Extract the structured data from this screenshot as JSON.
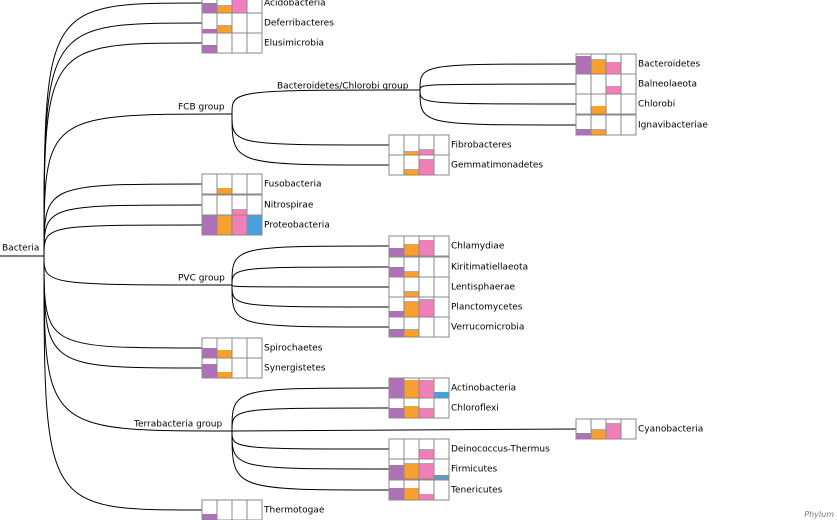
{
  "colors": {
    "c0": "#b070b8",
    "c1": "#f5a030",
    "c2": "#f080b8",
    "c3": "#4aa0dc"
  },
  "rank_label": "Phylum",
  "root": {
    "label": "Bacteria",
    "groups": [
      {
        "label": "Acidobacteria",
        "leaf": true,
        "bars": [
          0.5,
          0.4,
          1.0,
          0
        ]
      },
      {
        "label": "Deferribacteres",
        "leaf": true,
        "bars": [
          0.2,
          0.4,
          0,
          0
        ]
      },
      {
        "label": "Elusimicrobia",
        "leaf": true,
        "bars": [
          0.4,
          0,
          0,
          0
        ]
      },
      {
        "label": "FCB group",
        "leaf": false,
        "children": [
          {
            "label": "Bacteroidetes/Chlorobi group",
            "leaf": false,
            "children": [
              {
                "label": "Bacteroidetes",
                "bars": [
                  0.9,
                  0.75,
                  0.6,
                  0
                ]
              },
              {
                "label": "Balneolaeota",
                "bars": [
                  0,
                  0,
                  0.4,
                  0
                ]
              },
              {
                "label": "Chlorobi",
                "bars": [
                  0,
                  0.4,
                  0,
                  0
                ]
              },
              {
                "label": "Ignavibacteriae",
                "bars": [
                  0.3,
                  0.3,
                  0,
                  0
                ]
              }
            ]
          },
          {
            "label": "Fibrobacteres",
            "bars": [
              0,
              0.2,
              0.3,
              0
            ]
          },
          {
            "label": "Gemmatimonadetes",
            "bars": [
              0,
              0.3,
              0.8,
              0
            ]
          }
        ]
      },
      {
        "label": "Fusobacteria",
        "leaf": true,
        "bars": [
          0,
          0.3,
          0,
          0
        ]
      },
      {
        "label": "Nitrospirae",
        "leaf": true,
        "bars": [
          0,
          0,
          0.3,
          0
        ]
      },
      {
        "label": "Proteobacteria",
        "leaf": true,
        "bars": [
          1.0,
          1.0,
          1.0,
          1.0
        ]
      },
      {
        "label": "PVC group",
        "leaf": false,
        "children": [
          {
            "label": "Chlamydiae",
            "bars": [
              0.4,
              0.6,
              0.8,
              0
            ]
          },
          {
            "label": "Kiritimatiellaeota",
            "bars": [
              0.5,
              0.3,
              0,
              0
            ]
          },
          {
            "label": "Lentisphaerae",
            "bars": [
              0,
              0.3,
              0,
              0
            ]
          },
          {
            "label": "Planctomycetes",
            "bars": [
              0.3,
              0.8,
              0.9,
              0
            ]
          },
          {
            "label": "Verrucomicrobia",
            "bars": [
              0.4,
              0.4,
              0,
              0
            ]
          }
        ]
      },
      {
        "label": "Spirochaetes",
        "leaf": true,
        "bars": [
          0.5,
          0.4,
          0,
          0
        ]
      },
      {
        "label": "Synergistetes",
        "leaf": true,
        "bars": [
          0.7,
          0.3,
          0,
          0
        ]
      },
      {
        "label": "Terrabacteria group",
        "leaf": false,
        "children": [
          {
            "label": "Actinobacteria",
            "bars": [
              1.0,
              0.9,
              0.9,
              0.3
            ]
          },
          {
            "label": "Chloroflexi",
            "bars": [
              0.5,
              0.6,
              0.5,
              0
            ]
          },
          {
            "label": "Cyanobacteria",
            "far": true,
            "bars": [
              0.3,
              0.5,
              0.8,
              0
            ]
          },
          {
            "label": "Deinococcus-Thermus",
            "bars": [
              0,
              0,
              0.5,
              0
            ]
          },
          {
            "label": "Firmicutes",
            "bars": [
              0.7,
              0.8,
              0.8,
              0.2
            ]
          },
          {
            "label": "Tenericutes",
            "bars": [
              0.6,
              0.6,
              0.3,
              0
            ]
          }
        ]
      },
      {
        "label": "Thermotogae",
        "leaf": true,
        "bars": [
          0.3,
          0,
          0,
          0
        ]
      }
    ]
  }
}
